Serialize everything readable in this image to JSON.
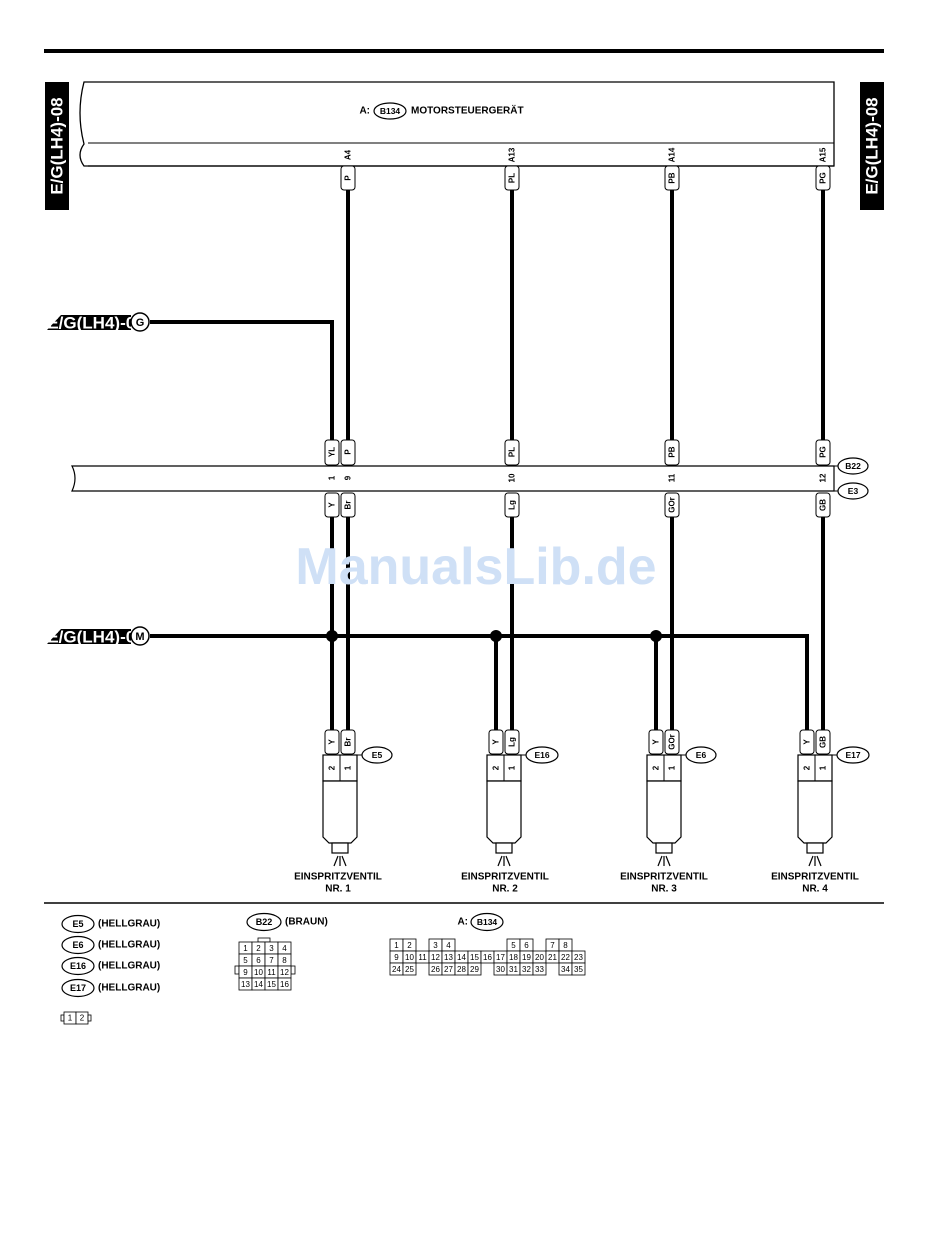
{
  "page_ref": "E/G(LH4)-08",
  "ecu": {
    "prefix": "A:",
    "connector": "B134",
    "name": "MOTORSTEUERGERÄT"
  },
  "harness": {
    "upper_connector": "B22",
    "lower_connector": "E3"
  },
  "refs": [
    {
      "id": "ref-g",
      "text": "E/G(LH4)-03",
      "letter": "G"
    },
    {
      "id": "ref-m",
      "text": "E/G(LH4)-06",
      "letter": "M"
    }
  ],
  "ecu_pins": [
    {
      "pin": "A4",
      "color": "P"
    },
    {
      "pin": "A13",
      "color": "PL"
    },
    {
      "pin": "A14",
      "color": "PB"
    },
    {
      "pin": "A15",
      "color": "PG"
    }
  ],
  "junction_wires": [
    {
      "upper_color": "YL",
      "pin": "1",
      "lower_color": "Y"
    },
    {
      "upper_color": "P",
      "pin": "9",
      "lower_color": "Br"
    },
    {
      "upper_color": "PL",
      "pin": "10",
      "lower_color": "Lg"
    },
    {
      "upper_color": "PB",
      "pin": "11",
      "lower_color": "GOr"
    },
    {
      "upper_color": "PG",
      "pin": "12",
      "lower_color": "GB"
    }
  ],
  "injectors": [
    {
      "connector": "E5",
      "wire2": "Y",
      "wire1": "Br",
      "pin2": "2",
      "pin1": "1",
      "label1": "EINSPRITZVENTIL",
      "label2": "NR. 1"
    },
    {
      "connector": "E16",
      "wire2": "Y",
      "wire1": "Lg",
      "pin2": "2",
      "pin1": "1",
      "label1": "EINSPRITZVENTIL",
      "label2": "NR. 2"
    },
    {
      "connector": "E6",
      "wire2": "Y",
      "wire1": "GOr",
      "pin2": "2",
      "pin1": "1",
      "label1": "EINSPRITZVENTIL",
      "label2": "NR. 3"
    },
    {
      "connector": "E17",
      "wire2": "Y",
      "wire1": "GB",
      "pin2": "2",
      "pin1": "1",
      "label1": "EINSPRITZVENTIL",
      "label2": "NR. 4"
    }
  ],
  "legend": {
    "connectors": [
      {
        "id": "E5",
        "desc": "(HELLGRAU)"
      },
      {
        "id": "E6",
        "desc": "(HELLGRAU)"
      },
      {
        "id": "E16",
        "desc": "(HELLGRAU)"
      },
      {
        "id": "E17",
        "desc": "(HELLGRAU)"
      }
    ],
    "small_pins": [
      "1",
      "2"
    ],
    "b22": {
      "id": "B22",
      "desc": "(BRAUN)",
      "rows": [
        [
          "1",
          "2",
          "3",
          "4"
        ],
        [
          "5",
          "6",
          "7",
          "8"
        ],
        [
          "9",
          "10",
          "11",
          "12"
        ],
        [
          "13",
          "14",
          "15",
          "16"
        ]
      ]
    },
    "b134": {
      "prefix": "A:",
      "id": "B134",
      "rows": [
        [
          "1",
          "2",
          "",
          "3",
          "4",
          "",
          "",
          "",
          "",
          "5",
          "6",
          "",
          "7",
          "8"
        ],
        [
          "9",
          "10",
          "11",
          "12",
          "13",
          "14",
          "15",
          "16",
          "17",
          "18",
          "19",
          "20",
          "21",
          "22",
          "23"
        ],
        [
          "24",
          "25",
          "",
          "26",
          "27",
          "28",
          "29",
          "",
          "30",
          "31",
          "32",
          "33",
          "",
          "34",
          "35"
        ]
      ]
    }
  },
  "watermark": "ManualsLib.de"
}
